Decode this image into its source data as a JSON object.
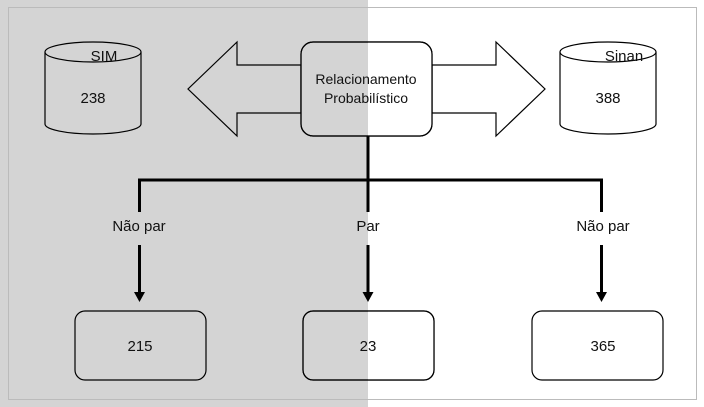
{
  "colors": {
    "shaded_region": "#d4d4d4",
    "stroke": "#000000",
    "box_fill": "#ffffff"
  },
  "databases": {
    "sim": {
      "name": "SIM",
      "count": "238"
    },
    "sinan": {
      "name": "Sinan",
      "count": "388"
    }
  },
  "linkage": {
    "line1": "Relacionamento",
    "line2": "Probabilístico"
  },
  "branches": {
    "left": {
      "label": "Não par",
      "count": "215"
    },
    "center": {
      "label": "Par",
      "count": "23"
    },
    "right": {
      "label": "Não par",
      "count": "365"
    }
  }
}
